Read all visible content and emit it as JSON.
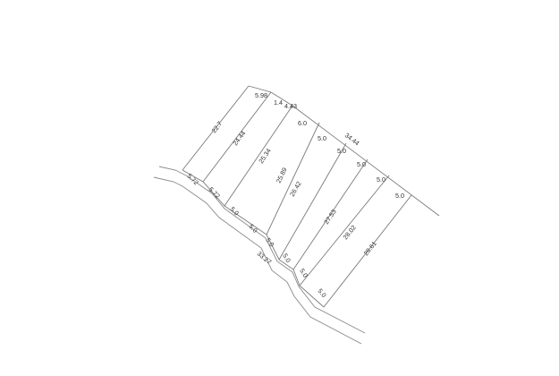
{
  "plan": {
    "top_edge": [
      "5.98",
      "1.4",
      "4.43",
      "6.0",
      "5.0",
      "5.0",
      "5.0",
      "5.0",
      "5.0"
    ],
    "top_total": "34.44",
    "left_edge": "22.7",
    "bottom_edge": [
      "5.72",
      "5.72",
      "5.0",
      "5.0",
      "5.0",
      "5.0",
      "5.0",
      "5.0"
    ],
    "bottom_total": "33.27",
    "depths": [
      "24.44",
      "25.34",
      "25.89",
      "26.42",
      "27.53",
      "28.02",
      "28.61"
    ]
  }
}
